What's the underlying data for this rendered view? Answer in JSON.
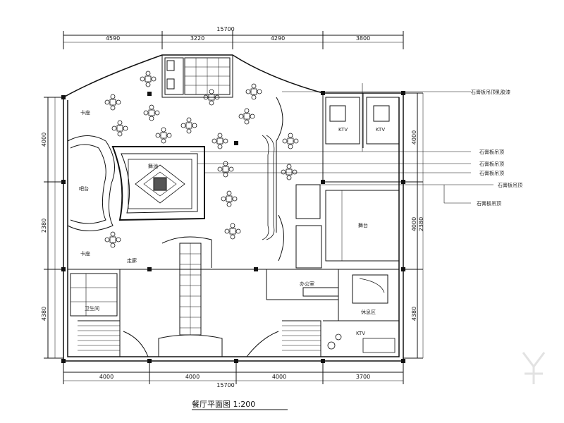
{
  "drawing": {
    "title": "餐厅平面图 1:200",
    "top_total": "15700",
    "top_segments": [
      "4590",
      "3220",
      "4290",
      "3800"
    ],
    "bottom_total": "15700",
    "bottom_segments": [
      "4000",
      "4000",
      "4000",
      "3700"
    ],
    "left_dims": [
      "4000",
      "4380"
    ],
    "left_mid": "2380",
    "right_dims": [
      "4000",
      "4000",
      "4380"
    ],
    "right_mid": "2380",
    "callouts": [
      "石膏板吊顶乳胶漆",
      "石膏板吊顶",
      "石膏板吊顶",
      "石膏板吊顶",
      "石膏板吊顶",
      "石膏板吊顶"
    ],
    "rooms": {
      "ktv_left": "KTV",
      "ktv_right": "KTV",
      "ktv_bottom": "KTV",
      "stage": "舞池",
      "bar": "吧台",
      "left_label_top": "卡座",
      "left_label_bottom": "卡座",
      "corridor": "走廊",
      "office": "办公室",
      "dance": "舞台",
      "side_left": "卫生间",
      "lounge": "休息区"
    }
  }
}
